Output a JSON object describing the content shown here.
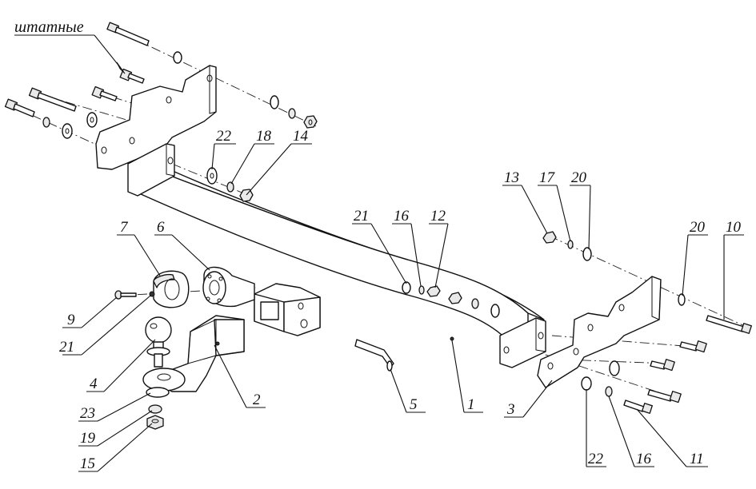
{
  "note_label": "штатные",
  "callouts": {
    "c1": "1",
    "c2": "2",
    "c3": "3",
    "c4": "4",
    "c5": "5",
    "c6": "6",
    "c7": "7",
    "c9": "9",
    "c10": "10",
    "c11": "11",
    "c12": "12",
    "c13": "13",
    "c14": "14",
    "c15": "15",
    "c16a": "16",
    "c16b": "16",
    "c17": "17",
    "c18": "18",
    "c19": "19",
    "c20a": "20",
    "c20b": "20",
    "c21a": "21",
    "c21b": "21",
    "c22a": "22",
    "c22b": "22",
    "c23": "23"
  }
}
